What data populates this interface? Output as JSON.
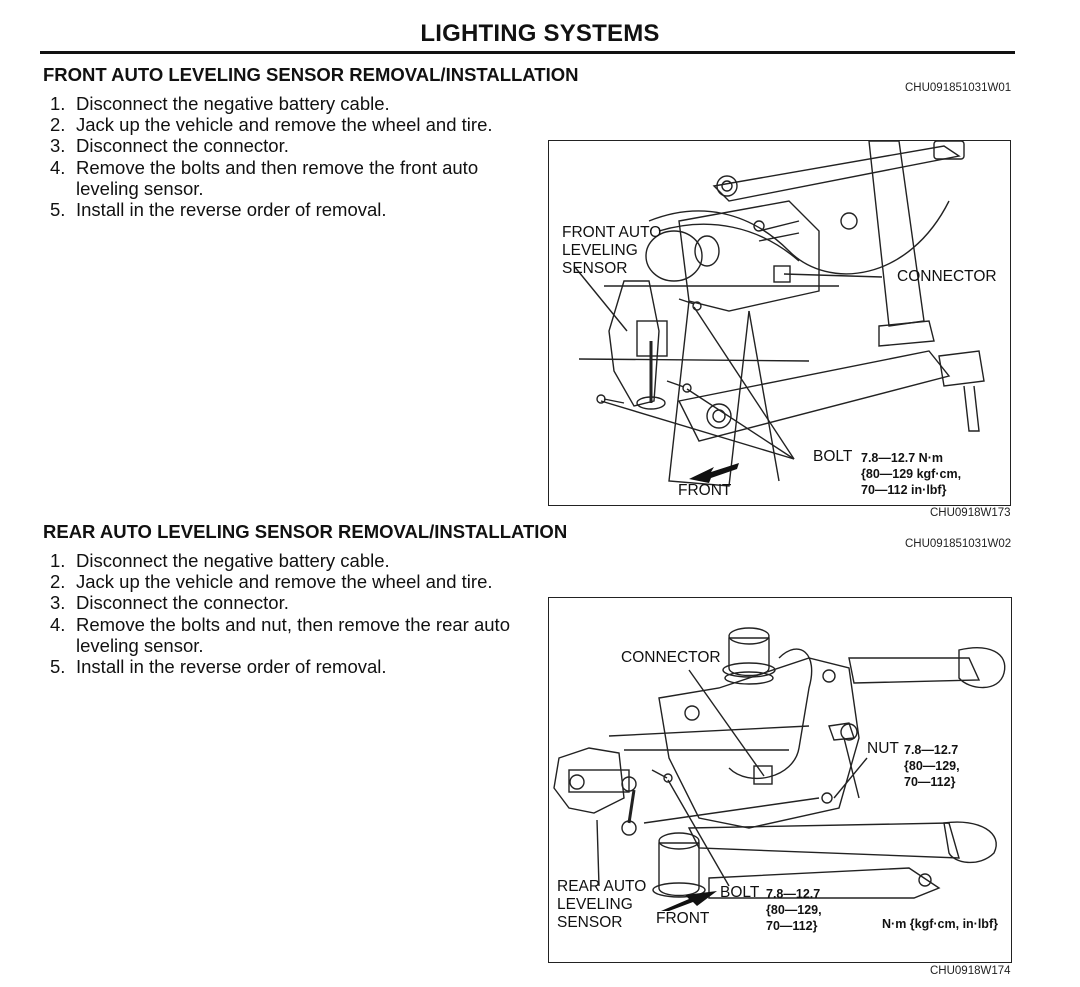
{
  "page": {
    "title": "LIGHTING SYSTEMS"
  },
  "sections": [
    {
      "title": "FRONT AUTO LEVELING SENSOR REMOVAL/INSTALLATION",
      "code": "CHU091851031W01",
      "steps": [
        {
          "num": "1.",
          "text": "Disconnect the negative battery cable."
        },
        {
          "num": "2.",
          "text": "Jack up the vehicle and remove the wheel and tire."
        },
        {
          "num": "3.",
          "text": "Disconnect the connector."
        },
        {
          "num": "4.",
          "text": "Remove the bolts and then remove the front auto leveling sensor."
        },
        {
          "num": "5.",
          "text": "Install in the reverse order of removal."
        }
      ],
      "figure": {
        "code": "CHU0918W173",
        "labels": {
          "sensor_line1": "FRONT AUTO",
          "sensor_line2": "LEVELING",
          "sensor_line3": "SENSOR",
          "connector": "CONNECTOR",
          "bolt": "BOLT",
          "front": "FRONT",
          "bolt_torque": "7.8—12.7 N·m\n{80—129 kgf·cm,\n70—112 in·lbf}"
        }
      }
    },
    {
      "title": "REAR AUTO LEVELING SENSOR REMOVAL/INSTALLATION",
      "code": "CHU091851031W02",
      "steps": [
        {
          "num": "1.",
          "text": "Disconnect the negative battery cable."
        },
        {
          "num": "2.",
          "text": "Jack up the vehicle and remove the wheel and tire."
        },
        {
          "num": "3.",
          "text": "Disconnect the connector."
        },
        {
          "num": "4.",
          "text": "Remove the bolts and nut, then remove the rear auto leveling sensor."
        },
        {
          "num": "5.",
          "text": "Install in the reverse order of removal."
        }
      ],
      "figure": {
        "code": "CHU0918W174",
        "labels": {
          "connector": "CONNECTOR",
          "nut": "NUT",
          "nut_torque": "7.8—12.7\n{80—129,\n70—112}",
          "sensor_line1": "REAR AUTO",
          "sensor_line2": "LEVELING",
          "sensor_line3": "SENSOR",
          "front": "FRONT",
          "bolt": "BOLT",
          "bolt_torque": "7.8—12.7\n{80—129,\n70—112}",
          "units": "N·m {kgf·cm, in·lbf}"
        }
      }
    }
  ]
}
